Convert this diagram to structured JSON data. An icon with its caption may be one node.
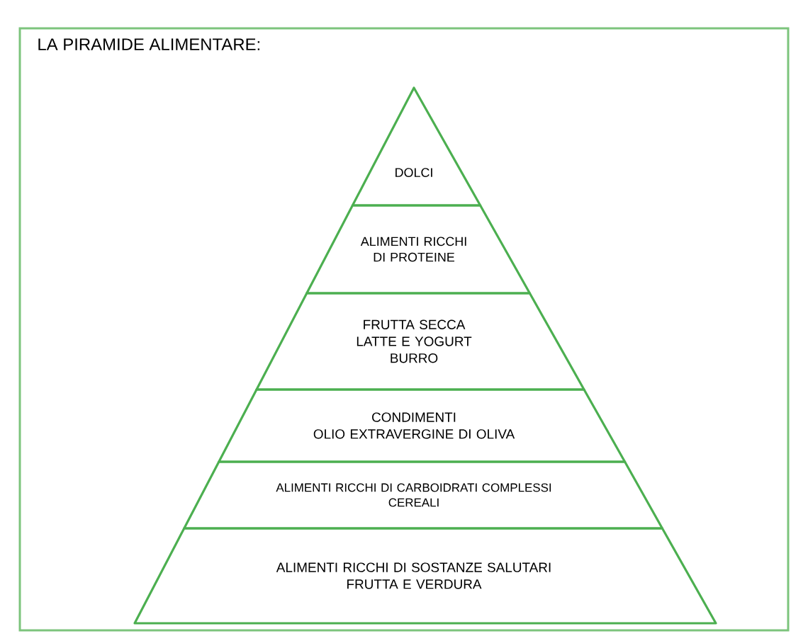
{
  "diagram": {
    "title": "LA PIRAMIDE ALIMENTARE:",
    "nodes": [
      {
        "text": [
          "DOLCI"
        ]
      },
      {
        "text": [
          "ALIMENTI RICCHI DI PROTEINE"
        ]
      },
      {
        "text": [
          "FRUTTA SECCA",
          "LATTE E YOGURT",
          "BURRO"
        ]
      },
      {
        "text": [
          "CONDIMENTI",
          "OLIO EXTRAVERGINE DI OLIVA"
        ]
      },
      {
        "text": [
          "ALIMENTI RICCHI DI CARBOIDRATI COMPLESSI",
          "CEREALI"
        ]
      },
      {
        "text": [
          "ALIMENTI RICCHI DI SOSTANZE SALUTARI",
          "FRUTTA E VERDURA"
        ]
      }
    ]
  }
}
